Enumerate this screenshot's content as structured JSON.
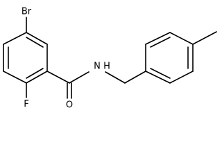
{
  "molecule": {
    "atom_labels": {
      "bromine": "Br",
      "fluorine": "F",
      "oxygen": "O",
      "amide_nitrogen": "N",
      "amide_hydrogen": "H"
    }
  }
}
